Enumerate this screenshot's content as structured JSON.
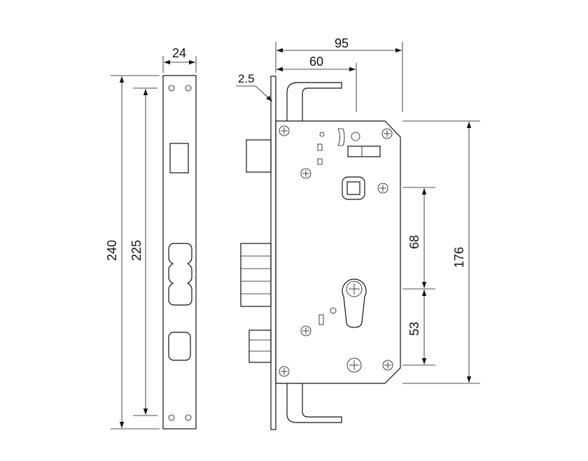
{
  "dimensions": {
    "faceplate_width": "24",
    "faceplate_length": "240",
    "faceplate_hole_spacing": "225",
    "backset_total": "95",
    "backset": "60",
    "faceplate_thickness": "2.5",
    "body_height": "176",
    "handle_to_cylinder": "68",
    "cylinder_to_bottom": "53"
  }
}
